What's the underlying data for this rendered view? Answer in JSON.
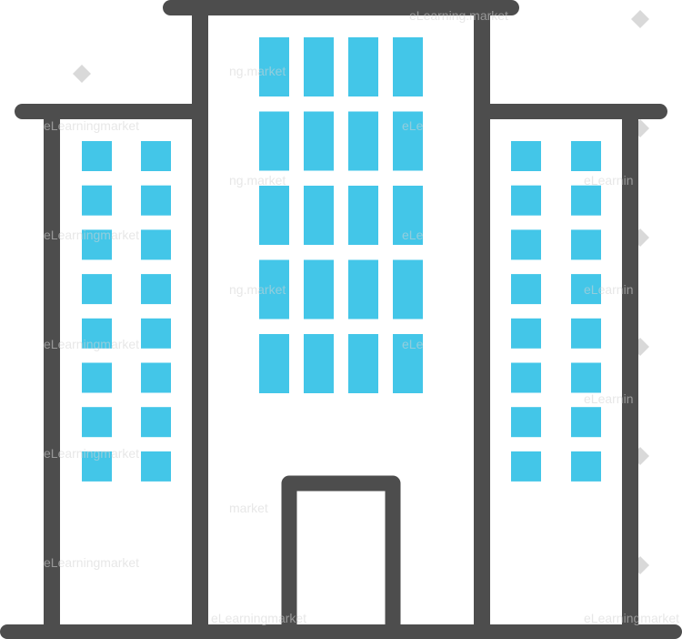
{
  "illustration": {
    "subject": "office-building-icon",
    "colors": {
      "outline": "#4d4d4d",
      "wall": "#ffffff",
      "window": "#43c6e8",
      "watermark_diamond": "#d0d0d0",
      "background": "#ffffff"
    }
  },
  "watermark": {
    "texts": [
      "eLearning.market",
      "eLearningmarket",
      "eLe",
      "eLearnin",
      "ng.market",
      "market"
    ]
  }
}
